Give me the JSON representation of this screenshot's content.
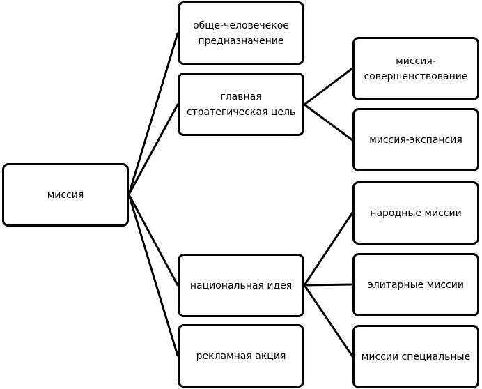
{
  "nodes": {
    "root": "миссия",
    "a": "обще-человечекое предназначение",
    "b": "главная стратегическая цель",
    "b1": "миссия-совершенствование",
    "b2": "миссия-экспансия",
    "c": "национальная идея",
    "c1": "народные миссии",
    "c2": "элитарные миссии",
    "c3": "миссии специальные",
    "d": "рекламная акция"
  },
  "line_color": "#000000",
  "box_border_color": "#000000"
}
